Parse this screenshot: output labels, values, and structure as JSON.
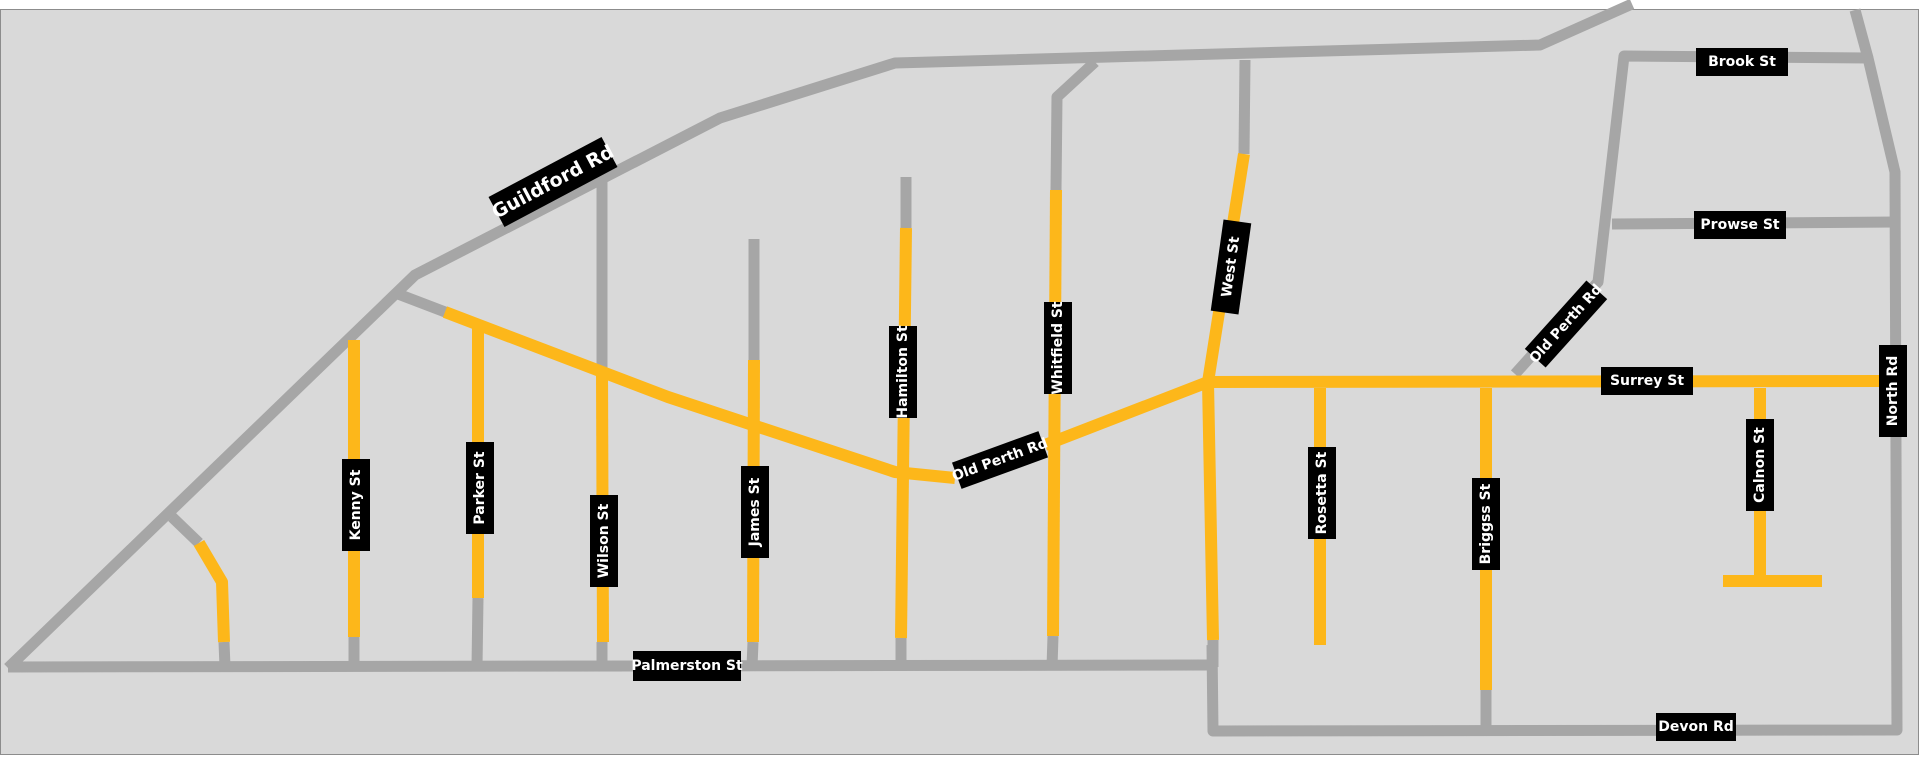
{
  "map": {
    "colors": {
      "background": "#d9d9d9",
      "road": "#a6a6a6",
      "highlighted_road": "#fdb71a",
      "label_background": "#000000",
      "label_text": "#ffffff"
    },
    "streets": {
      "guildford": "Guildford Rd",
      "kenny": "Kenny St",
      "parker": "Parker St",
      "wilson": "Wilson St",
      "james": "James St",
      "hamilton": "Hamilton St",
      "whitfield": "Whitfield St",
      "west": "West St",
      "old_perth_1": "Old Perth Rd",
      "old_perth_2": "Old Perth Rd",
      "palmerston": "Palmerston St",
      "rosetta": "Rosetta St",
      "briggss": "Briggss St",
      "surrey": "Surrey St",
      "calnon": "Calnon St",
      "north": "North Rd",
      "brook": "Brook St",
      "prowse": "Prowse St",
      "devon": "Devon Rd"
    }
  }
}
